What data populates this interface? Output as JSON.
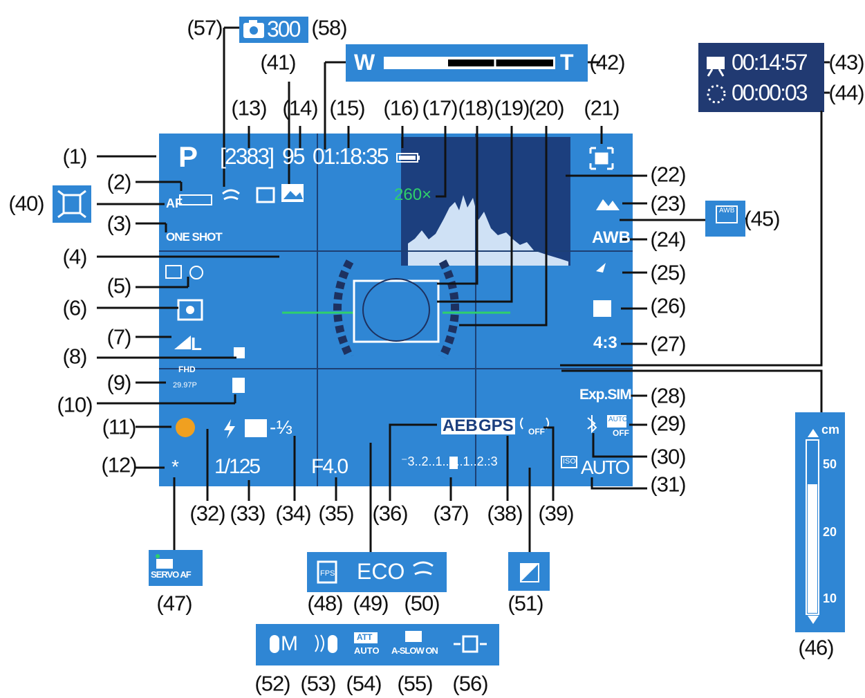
{
  "screen": {
    "mode": "P",
    "shots_remaining": "[2383]",
    "max_burst": "95",
    "time_remaining": "01:18:35",
    "zoom_ratio": "260×",
    "af_mode": "AF",
    "af_operation": "ONE SHOT",
    "image_quality": "L",
    "movie_size_top": "FHD",
    "movie_size_bottom": "29.97P",
    "flash_exposure_comp": "-⅓",
    "shutter_speed": "1/125",
    "aperture": "F4.0",
    "aeb": "AEB",
    "gps": "GPS",
    "exposure_scale": "⁻3..2..1..0..1..2.:3",
    "iso_label": "ISO",
    "iso_value": "AUTO",
    "white_balance": "AWB",
    "aspect_ratio": "4:3",
    "exposure_simulation": "Exp.SIM",
    "auto_lighting": "AUTO",
    "hdr_off": "OFF",
    "off_tag": "OFF"
  },
  "panels": {
    "shots_count": "300",
    "zoom_wide": "W",
    "zoom_tele": "T",
    "movie_time": "00:14:57",
    "interval_time": "00:00:03",
    "awb_box_label": "AWB",
    "servo_label": "SERVO AF",
    "fps_label": "FPS",
    "eco": "ECO",
    "att_label": "ATT",
    "att_auto": "AUTO",
    "slow_label": "A-SLOW ON",
    "mic_manual": "M",
    "distance_unit": "cm",
    "distance_50": "50",
    "distance_20": "20",
    "distance_10": "10"
  },
  "callouts": [
    "(1)",
    "(2)",
    "(3)",
    "(4)",
    "(5)",
    "(6)",
    "(7)",
    "(8)",
    "(9)",
    "(10)",
    "(11)",
    "(12)",
    "(13)",
    "(14)",
    "(15)",
    "(16)",
    "(17)",
    "(18)",
    "(19)",
    "(20)",
    "(21)",
    "(22)",
    "(23)",
    "(24)",
    "(25)",
    "(26)",
    "(27)",
    "(28)",
    "(29)",
    "(30)",
    "(31)",
    "(32)",
    "(33)",
    "(34)",
    "(35)",
    "(36)",
    "(37)",
    "(38)",
    "(39)",
    "(40)",
    "(41)",
    "(42)",
    "(43)",
    "(44)",
    "(45)",
    "(46)",
    "(47)",
    "(48)",
    "(49)",
    "(50)",
    "(51)",
    "(52)",
    "(53)",
    "(54)",
    "(55)",
    "(56)",
    "(57)",
    "(58)"
  ],
  "colors": {
    "screen_blue": "#2f86d4",
    "panel_navy": "#213a72",
    "histogram_dark": "#1c3f7e",
    "level_green": "#2fd06b"
  }
}
